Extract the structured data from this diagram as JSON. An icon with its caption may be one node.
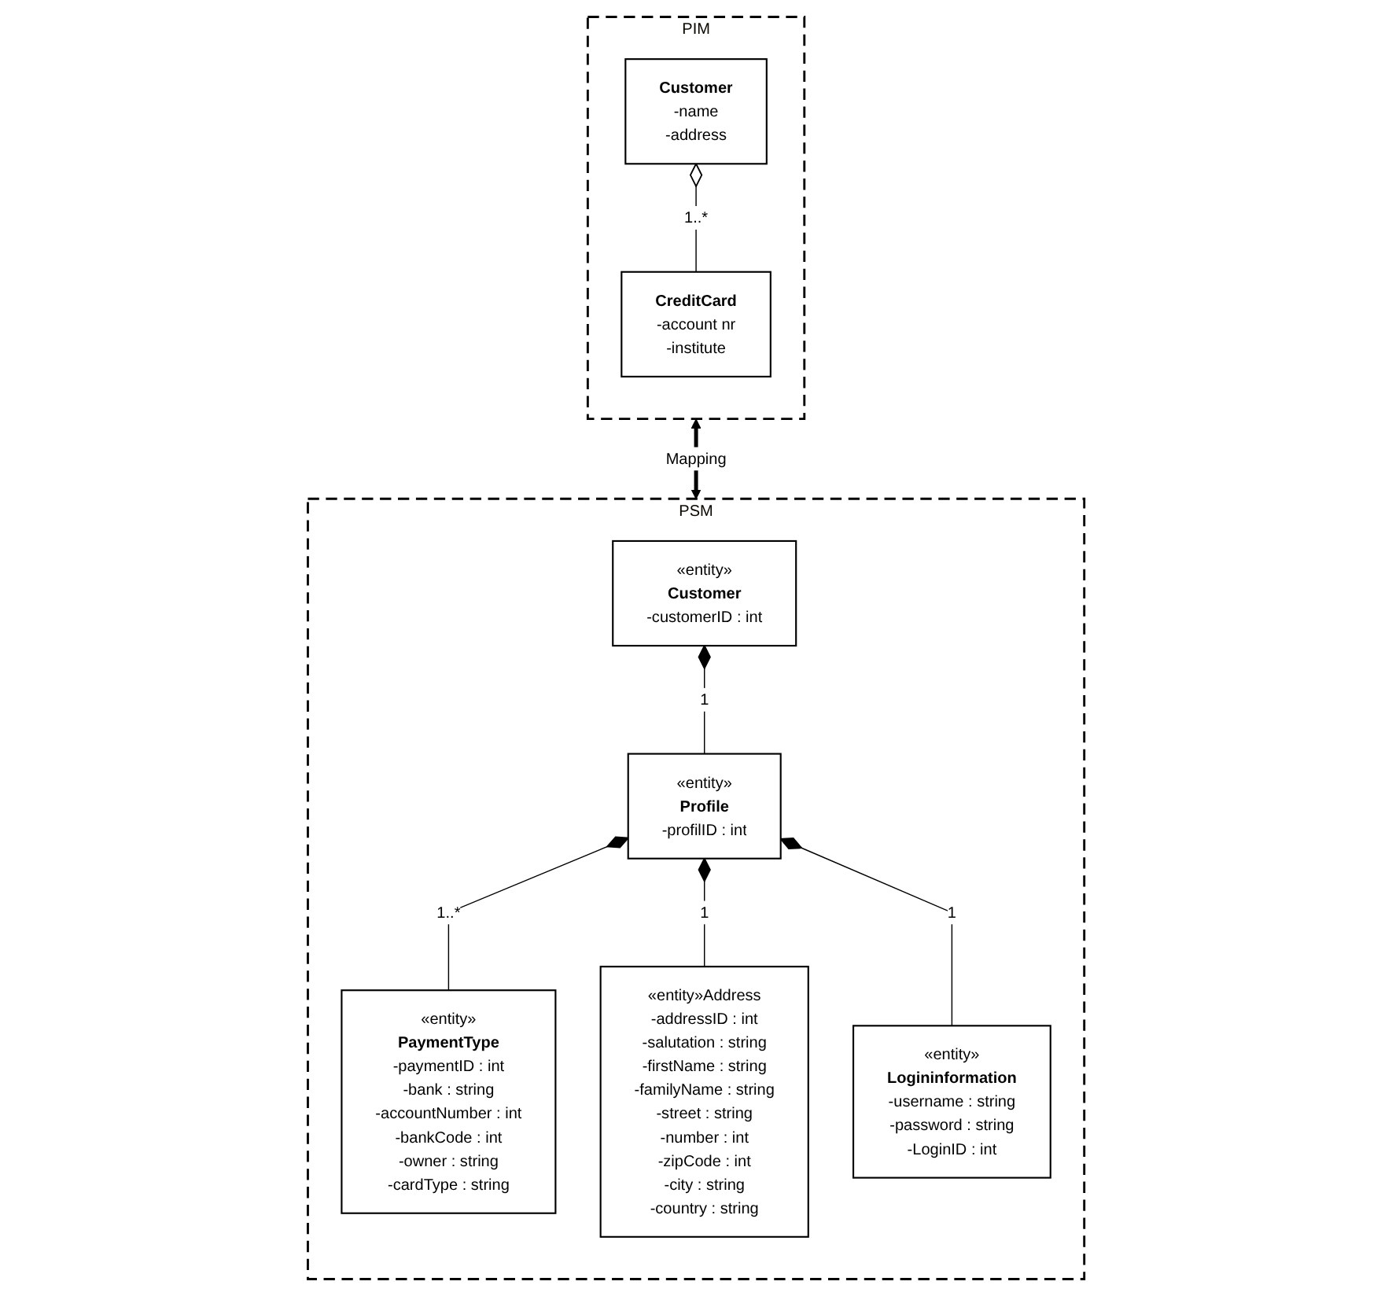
{
  "diagram": {
    "nodes": [
      {
        "text": [
          "PIM"
        ]
      },
      {
        "text": [
          "Customer",
          "-name",
          "-address"
        ],
        "in": 0
      },
      {
        "text": [
          "CreditCard",
          "-account nr",
          "-institute"
        ],
        "in": 0
      },
      {
        "text": [
          "PSM"
        ]
      },
      {
        "text": [
          "«entity»",
          "Customer",
          "-customerID : int"
        ],
        "in": 3
      },
      {
        "text": [
          "«entity»Address",
          "-addressID : int",
          "-salutation : string",
          "-firstName : string",
          "-familyName : string",
          "-street : string",
          "-number : int",
          "-zipCode : int",
          "-city : string",
          "-country : string"
        ],
        "in": 3
      },
      {
        "text": [
          "«entity»",
          "Profile",
          "-profilID : int"
        ],
        "in": 3
      },
      {
        "text": [
          "«entity»",
          "PaymentType",
          "-paymentID : int",
          "-bank : string",
          "-accountNumber : int",
          "-bankCode : int",
          "-owner : string",
          "-cardType : string"
        ],
        "in": 3
      },
      {
        "text": [
          "«entity»",
          "Logininformation",
          "-username : string",
          "-password : string",
          "-LoginID : int"
        ],
        "in": 3
      }
    ],
    "edges": [
      {
        "from": 1,
        "to": 2,
        "arrow": "other",
        "label": "1..*"
      },
      {
        "from": 0,
        "to": 3,
        "arrow": "both",
        "label": "Mapping",
        "style": "thick"
      },
      {
        "from": 4,
        "to": 6,
        "arrow": "other",
        "label": "1"
      },
      {
        "from": 6,
        "to": 7,
        "arrow": "other",
        "label": "1..*"
      },
      {
        "from": 6,
        "to": 5,
        "arrow": "other",
        "label": "1"
      },
      {
        "from": 6,
        "to": 8,
        "arrow": "other",
        "label": "1"
      }
    ]
  }
}
